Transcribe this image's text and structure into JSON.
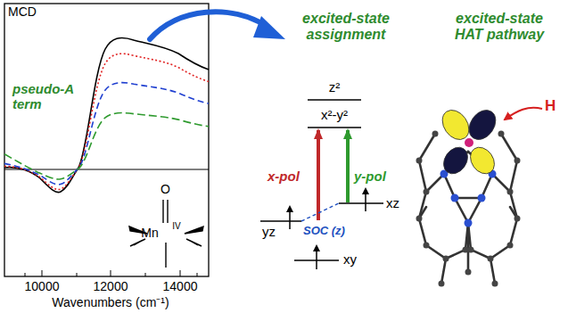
{
  "diagram": {
    "labels": [
      "MCD",
      "pseudo-A term",
      "O",
      "Mn",
      "IV",
      "10000",
      "12000",
      "14000",
      "Wavenumbers (cm⁻¹)",
      "excited-state assignment",
      "z²",
      "x²-y²",
      "x-pol",
      "y-pol",
      "yz",
      "xz",
      "SOC (z)",
      "xy",
      "excited-state HAT pathway",
      "H"
    ]
  }
}
